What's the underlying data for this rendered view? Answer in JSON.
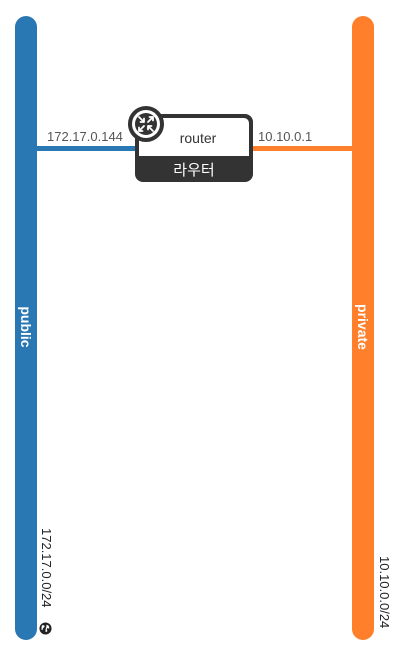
{
  "networks": {
    "public": {
      "name": "public",
      "cidr": "172.17.0.0/24",
      "color": "#2a78b3",
      "icon": "globe-icon"
    },
    "private": {
      "name": "private",
      "cidr": "10.10.0.0/24",
      "color": "#ff7f2a"
    }
  },
  "router": {
    "name": "router",
    "type_label": "라우터",
    "icon": "router-icon",
    "color": "#333333"
  },
  "links": {
    "public_ip": "172.17.0.144",
    "private_ip": "10.10.0.1"
  }
}
